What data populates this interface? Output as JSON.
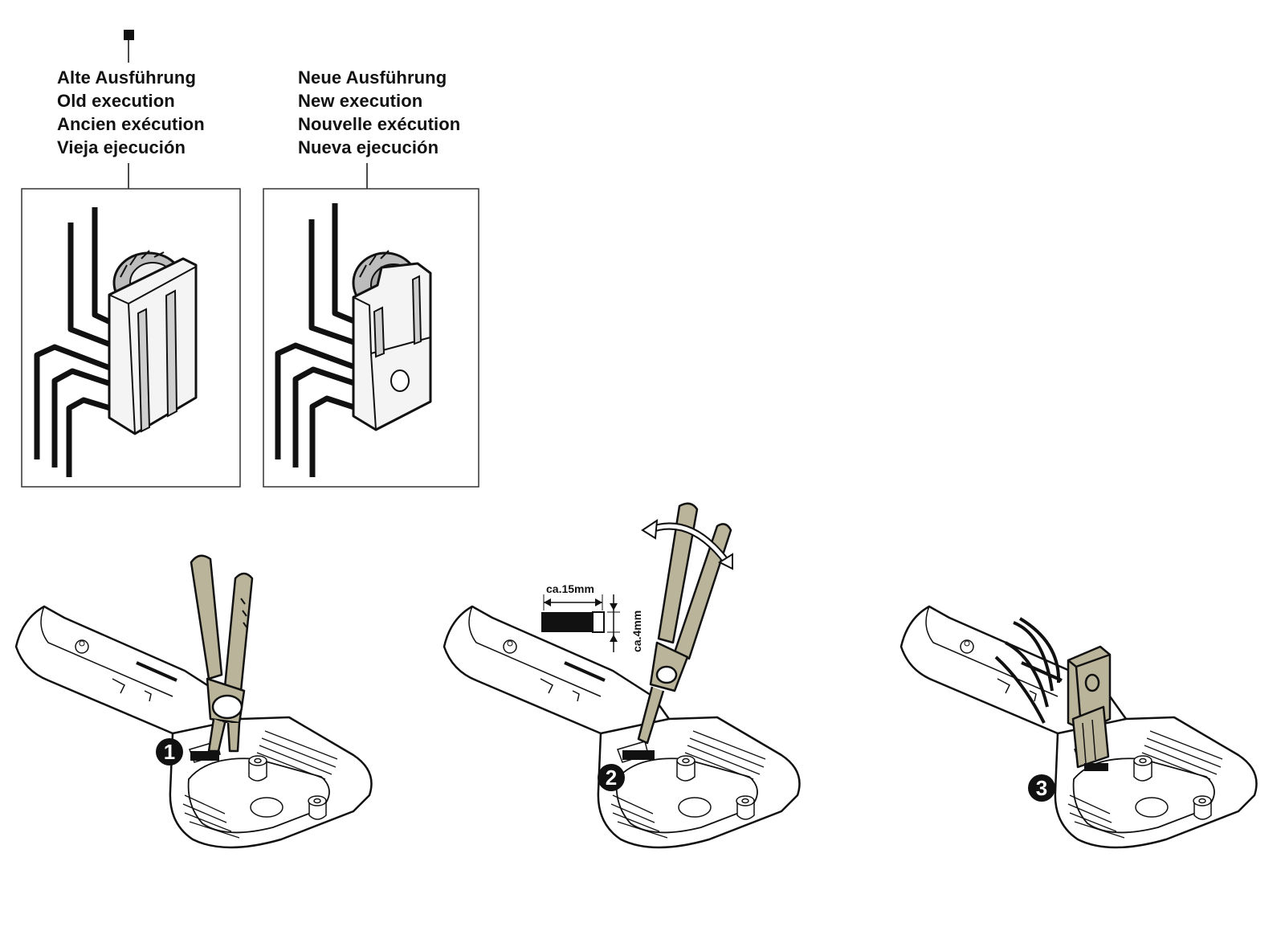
{
  "variants": {
    "old": {
      "lines": [
        "Alte Ausführung",
        "Old execution",
        "Ancien exécution",
        "Vieja ejecución"
      ]
    },
    "new": {
      "lines": [
        "Neue Ausführung",
        "New execution",
        "Nouvelle exécution",
        "Nueva ejecución"
      ]
    }
  },
  "dimensions": {
    "length": "ca.15mm",
    "thickness": "ca.4mm"
  },
  "steps": [
    "1",
    "2",
    "3"
  ],
  "colors": {
    "ink": "#111111",
    "pliers": "#b9b49a",
    "background": "#ffffff"
  }
}
